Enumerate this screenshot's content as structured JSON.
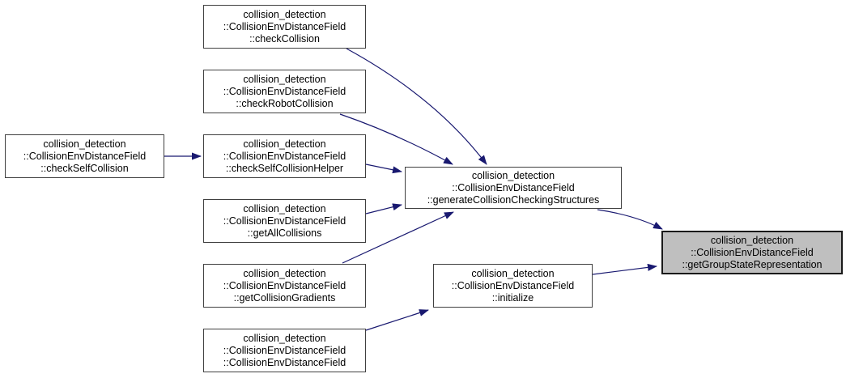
{
  "diagram": {
    "kind": "doxygen-call-graph",
    "edge_color": "#191970",
    "node_background": "#ffffff",
    "node_border_color": "#404040",
    "highlight_background": "#bfbfbf",
    "nodes": [
      {
        "id": "checkCollision",
        "lines": [
          "collision_detection",
          "::CollisionEnvDistanceField",
          "::checkCollision"
        ],
        "highlighted": false
      },
      {
        "id": "checkRobotCollision",
        "lines": [
          "collision_detection",
          "::CollisionEnvDistanceField",
          "::checkRobotCollision"
        ],
        "highlighted": false
      },
      {
        "id": "checkSelfCollision",
        "lines": [
          "collision_detection",
          "::CollisionEnvDistanceField",
          "::checkSelfCollision"
        ],
        "highlighted": false
      },
      {
        "id": "checkSelfCollisionHelper",
        "lines": [
          "collision_detection",
          "::CollisionEnvDistanceField",
          "::checkSelfCollisionHelper"
        ],
        "highlighted": false
      },
      {
        "id": "getAllCollisions",
        "lines": [
          "collision_detection",
          "::CollisionEnvDistanceField",
          "::getAllCollisions"
        ],
        "highlighted": false
      },
      {
        "id": "getCollisionGradients",
        "lines": [
          "collision_detection",
          "::CollisionEnvDistanceField",
          "::getCollisionGradients"
        ],
        "highlighted": false
      },
      {
        "id": "CollisionEnvDistanceField",
        "lines": [
          "collision_detection",
          "::CollisionEnvDistanceField",
          "::CollisionEnvDistanceField"
        ],
        "highlighted": false
      },
      {
        "id": "generateCollisionCheckingStructures",
        "lines": [
          "collision_detection",
          "::CollisionEnvDistanceField",
          "::generateCollisionCheckingStructures"
        ],
        "highlighted": false
      },
      {
        "id": "initialize",
        "lines": [
          "collision_detection",
          "::CollisionEnvDistanceField",
          "::initialize"
        ],
        "highlighted": false
      },
      {
        "id": "getGroupStateRepresentation",
        "lines": [
          "collision_detection",
          "::CollisionEnvDistanceField",
          "::getGroupStateRepresentation"
        ],
        "highlighted": true
      }
    ],
    "edges": [
      {
        "from": "checkCollision",
        "to": "generateCollisionCheckingStructures"
      },
      {
        "from": "checkRobotCollision",
        "to": "generateCollisionCheckingStructures"
      },
      {
        "from": "checkSelfCollision",
        "to": "checkSelfCollisionHelper"
      },
      {
        "from": "checkSelfCollisionHelper",
        "to": "generateCollisionCheckingStructures"
      },
      {
        "from": "getAllCollisions",
        "to": "generateCollisionCheckingStructures"
      },
      {
        "from": "getCollisionGradients",
        "to": "generateCollisionCheckingStructures"
      },
      {
        "from": "generateCollisionCheckingStructures",
        "to": "getGroupStateRepresentation"
      },
      {
        "from": "CollisionEnvDistanceField",
        "to": "initialize"
      },
      {
        "from": "initialize",
        "to": "getGroupStateRepresentation"
      }
    ]
  }
}
